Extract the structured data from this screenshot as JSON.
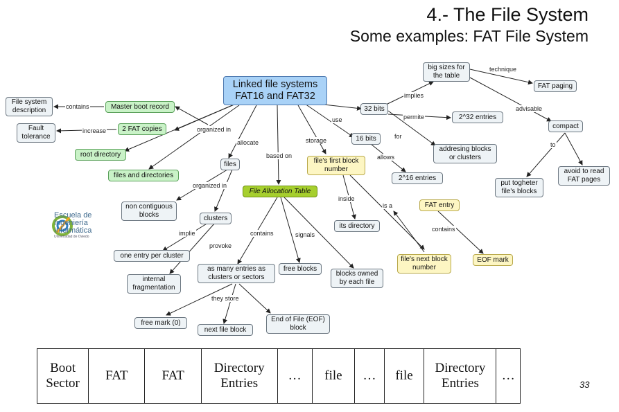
{
  "header": {
    "title": "4.- The File System",
    "subtitle": "Some examples: FAT File System"
  },
  "nodes": {
    "main": "Linked file systems FAT16 and FAT32",
    "fs_description": "File system description",
    "mbr": "Master boot record",
    "fault": "Fault tolerance",
    "two_fat": "2 FAT copies",
    "root_dir": "root directory",
    "files_dirs": "files and directories",
    "files": "files",
    "non_contig": "non contiguous blocks",
    "clusters": "clusters",
    "one_entry": "one entry per cluster",
    "internal_frag": "internal fragmentation",
    "fat_table": "File Allocation Table",
    "as_many": "as many entries as clusters or sectors",
    "free_mark": "free mark (0)",
    "next_file_block": "next file block",
    "eof_block": "End of File (EOF) block",
    "free_blocks": "free blocks",
    "blocks_owned": "blocks owned by each file",
    "first_block": "file's first block number",
    "its_directory": "its directory",
    "fat_entry": "FAT entry",
    "next_block_num": "file's next block number",
    "eof_mark": "EOF mark",
    "bits32": "32 bits",
    "bits16": "16 bits",
    "big_sizes": "big sizes for the table",
    "fat_paging": "FAT paging",
    "compact": "compact",
    "entries_232": "2^32 entries",
    "addressing": "addresing blocks or clusters",
    "entries_216": "2^16 entries",
    "put_together": "put togheter file's blocks",
    "avoid_read": "avoid to read FAT pages"
  },
  "links": {
    "contains": "contains",
    "increase": "increase",
    "organized_in": "organized in",
    "allocate": "allocate",
    "based_on": "based on",
    "storage": "storage",
    "use": "use",
    "implies": "implies",
    "technique": "technique",
    "permite": "permite",
    "advisable": "advisable",
    "for": "for",
    "allows": "allows",
    "to": "to",
    "organized_in_2": "organized in",
    "implie": "implie",
    "provoke": "provoke",
    "contains_2": "contains",
    "signals": "signals",
    "they_store": "they store",
    "inside": "inside",
    "is_a": "is a",
    "contains_3": "contains"
  },
  "logo": {
    "line1": "Escuela de",
    "line2": "Ingeniería",
    "line3": "Informática",
    "line4": "Universidad de Oviedo"
  },
  "layout_table": {
    "cells": [
      "Boot Sector",
      "FAT",
      "FAT",
      "Directory Entries",
      "…",
      "file",
      "…",
      "file",
      "Directory Entries",
      "…"
    ]
  },
  "page_number": "33",
  "colors": {
    "main_node": "#a9d2f7",
    "green_node": "#c9f2c7",
    "yellow_node": "#fdf6c3",
    "olive_node": "#a6cf2e",
    "plain_node": "#eef3f6"
  }
}
